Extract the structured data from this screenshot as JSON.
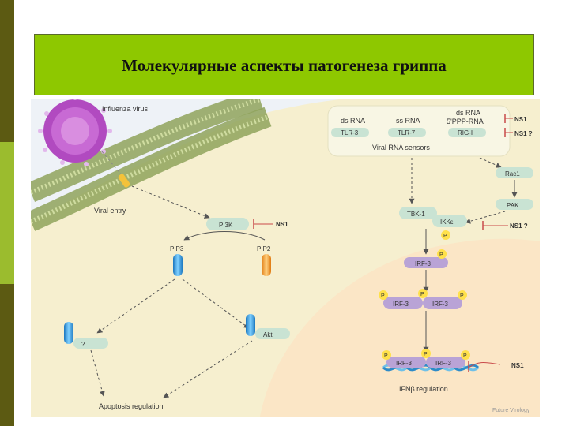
{
  "slide": {
    "title": "Молекулярные аспекты патогенеза гриппа",
    "sidebar_colors": [
      "#5c5a12",
      "#9bbc2e",
      "#5c5a12",
      "#9bbc2e",
      "#5c5a12"
    ]
  },
  "diagram": {
    "labels": {
      "influenza_virus": "Influenza virus",
      "viral_entry": "Viral entry",
      "dsrna": "ds RNA",
      "tlr3": "TLR-3",
      "ssrna": "ss RNA",
      "tlr7": "TLR-7",
      "dsrna2": "ds RNA",
      "ppp_rna": "5'PPP-RNA",
      "rigi": "RIG-I",
      "viral_rna_sensors": "Viral RNA sensors",
      "ns1_a": "NS1",
      "ns1_b": "NS1 ?",
      "rac1": "Rac1",
      "pak": "PAK",
      "pi3k": "PI3K",
      "ns1_pi3k": "NS1",
      "pip3": "PIP3",
      "pip2": "PIP2",
      "tbk1": "TBK-1",
      "ikke": "IKKε",
      "ns1_c": "NS1 ?",
      "p": "P",
      "irf3": "IRF-3",
      "question": "?",
      "akt": "Akt",
      "apoptosis": "Apoptosis regulation",
      "ifnb": "IFNβ regulation",
      "ns1_d": "NS1",
      "watermark": "Future Virology"
    },
    "colors": {
      "background": "#eef2f7",
      "membrane": "#8fa35c",
      "cell_cytoplasm": "#f6efcf",
      "nucleus": "#fbe6c6",
      "arrow": "#555555",
      "inhibit": "#c94a4a",
      "pill": "#c9e3d3",
      "irf_pill": "#b9a3d6",
      "phosphate": "#ffe14a",
      "capsule_blue": "#39a8e6",
      "capsule_orange": "#f0a02a",
      "virus": "#b14ac0"
    }
  }
}
